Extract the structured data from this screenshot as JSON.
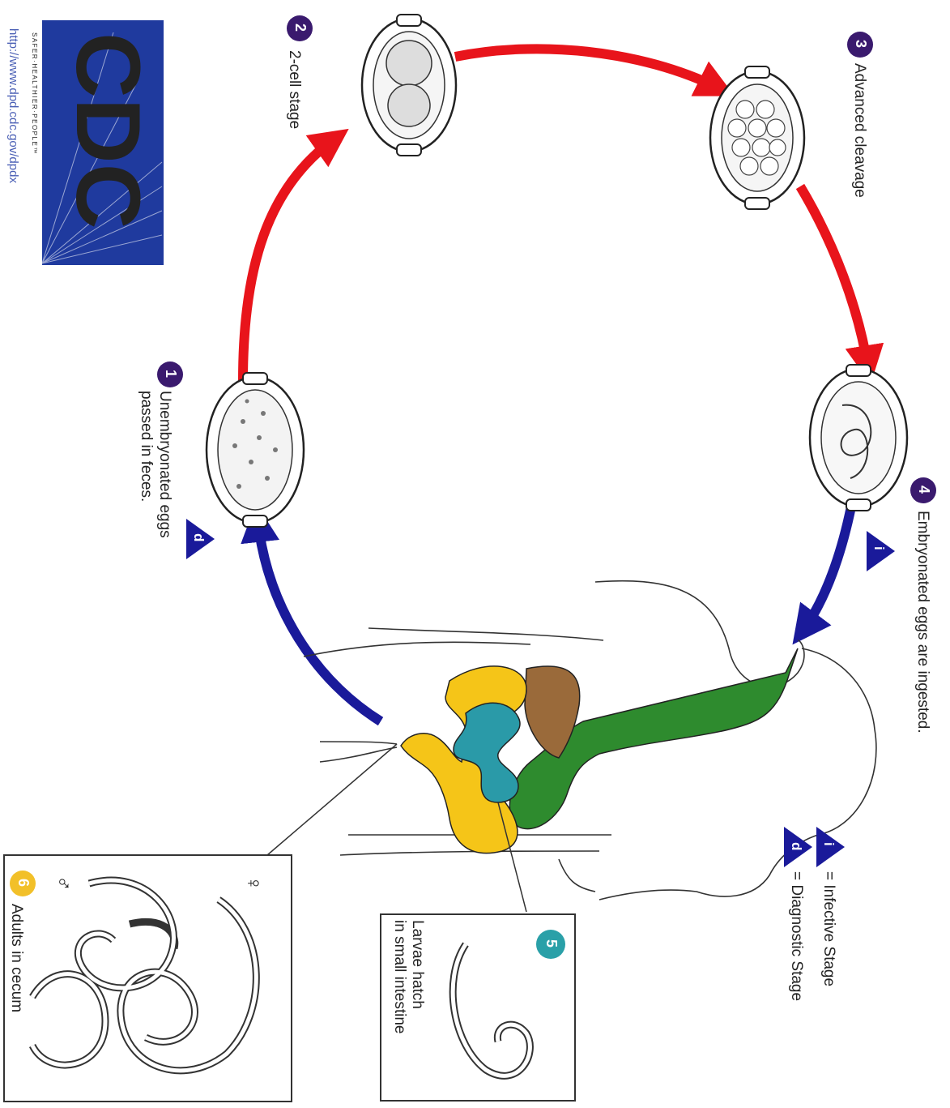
{
  "logo": {
    "text": "CDC",
    "tagline": "SAFER·HEALTHIER·PEOPLE™",
    "url": "http://www.dpd.cdc.gov/dpdx",
    "color": "#1f3a9e"
  },
  "stages": [
    {
      "number": "1",
      "label_line1": "Unembryonated eggs",
      "label_line2": "passed in feces.",
      "badge_color": "#3a1a6e"
    },
    {
      "number": "2",
      "label_line1": "2-cell stage",
      "badge_color": "#3a1a6e"
    },
    {
      "number": "3",
      "label_line1": "Advanced cleavage",
      "badge_color": "#3a1a6e"
    },
    {
      "number": "4",
      "label_line1": "Embryonated eggs are ingested.",
      "badge_color": "#3a1a6e"
    },
    {
      "number": "5",
      "label_line1": "Larvae hatch",
      "label_line2": "in small intestine",
      "badge_color": "#2aa0a8"
    },
    {
      "number": "6",
      "label_line1": "Adults in cecum",
      "badge_color": "#f2c029"
    }
  ],
  "legend": {
    "infective": {
      "symbol": "i",
      "text": "= Infective Stage"
    },
    "diagnostic": {
      "symbol": "d",
      "text": "= Diagnostic Stage"
    }
  },
  "sex_symbols": {
    "female": "♀",
    "male": "♂"
  },
  "colors": {
    "red_arrow": "#e8141b",
    "blue_arrow": "#1a1a9a",
    "triangle": "#1a1a9a",
    "esophagus": "#2e8b2e",
    "liver": "#9a6a3a",
    "colon": "#f5c518",
    "small_intestine": "#2a9aa8"
  }
}
